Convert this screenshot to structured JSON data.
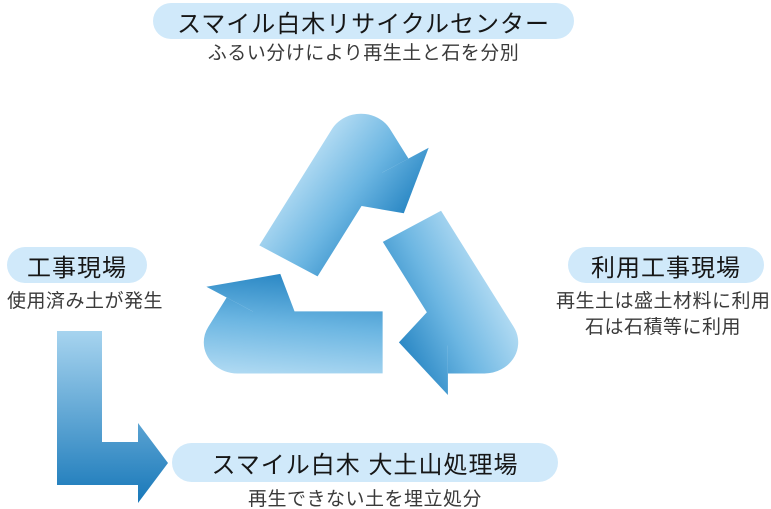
{
  "diagram": {
    "title": "recycle flow diagram",
    "colors": {
      "background": "#ffffff",
      "pill_bg": "#d0e9fa",
      "pill_text": "#161616",
      "caption_text": "#3a3a3a",
      "arrow_gradient_light": "#aed9f2",
      "arrow_gradient_dark": "#1a7cbd"
    },
    "nodes": {
      "recycle_center": {
        "label": "スマイル白木リサイクルセンター",
        "caption": "ふるい分けにより再生土と石を分別"
      },
      "construction_site": {
        "label": "工事現場",
        "caption": "使用済み土が発生"
      },
      "reuse_site": {
        "label": "利用工事現場",
        "caption_line1": "再生土は盛土材料に利用",
        "caption_line2": "石は石積等に利用"
      },
      "disposal_site": {
        "label": "スマイル白木 大土山処理場",
        "caption": "再生できない土を埋立処分"
      }
    },
    "icons": {
      "recycle": "recycle-arrows-icon (three blue chasing arrows)",
      "flow_arrow": "down-right-l-arrow-icon (blue elbow arrow)"
    }
  }
}
